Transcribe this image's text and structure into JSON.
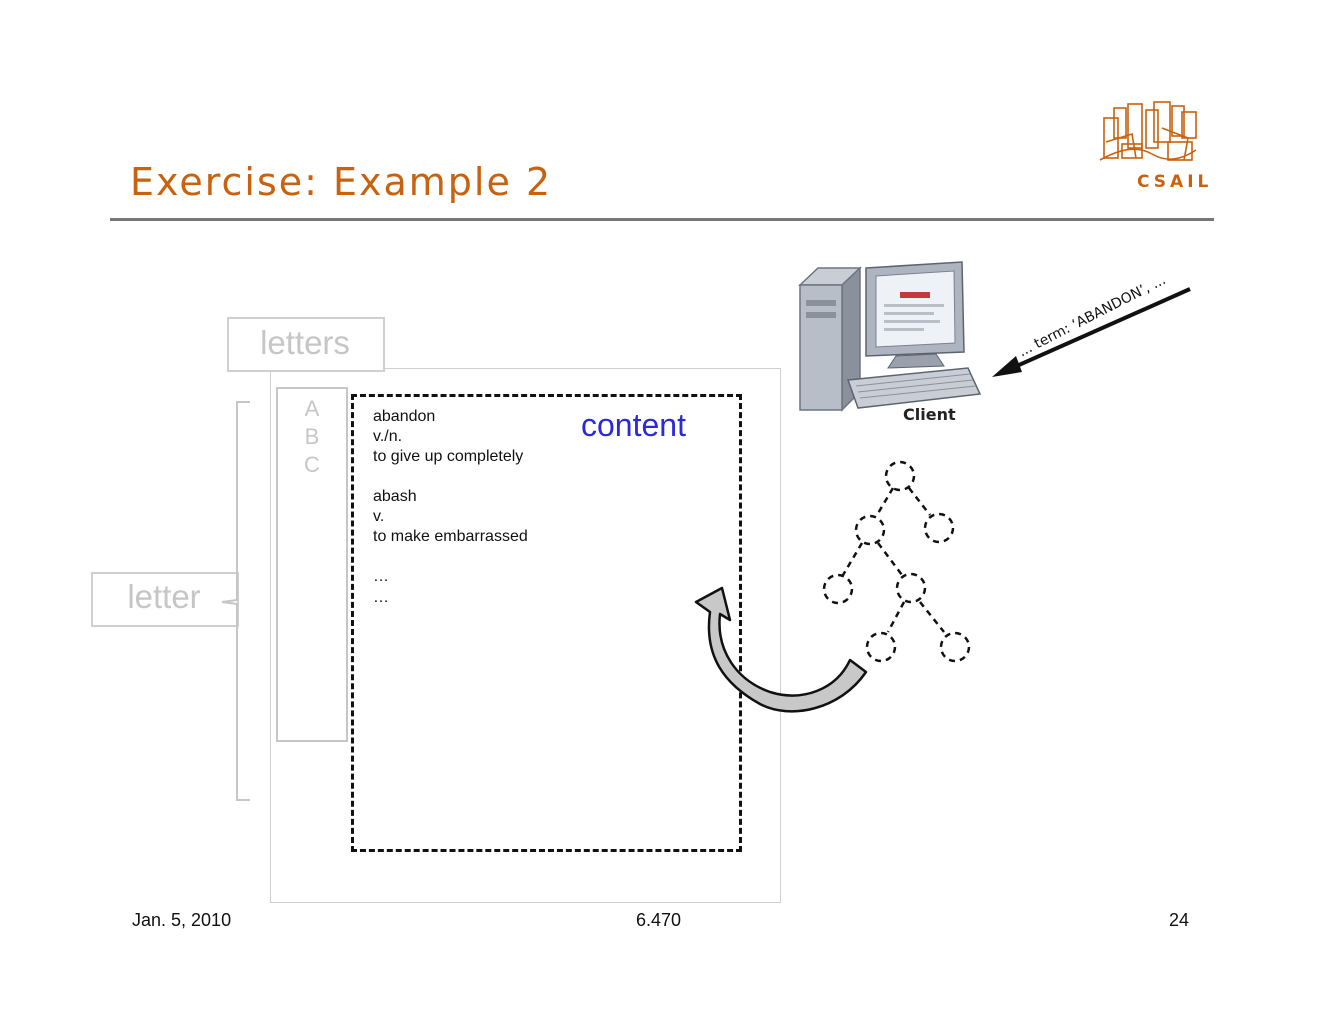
{
  "slide": {
    "title": "Exercise: Example 2",
    "logo_text": "CSAIL"
  },
  "colors": {
    "title": "#c8620e",
    "content_label": "#2b2bd6",
    "ghost_gray": "#c6c6c6"
  },
  "diagram": {
    "letters_label": "letters",
    "letter_label": "letter",
    "abc_letters": [
      "A",
      "B",
      "C"
    ],
    "content_label": "content",
    "entries": [
      "abandon",
      "v./n.",
      "to give up completely",
      "",
      "abash",
      "v.",
      "to make embarrassed",
      "",
      "…",
      "…"
    ],
    "client_label": "Client",
    "request_label": "... term: ‘ABANDON’, ..."
  },
  "footer": {
    "date": "Jan. 5, 2010",
    "course": "6.470",
    "page": "24"
  }
}
